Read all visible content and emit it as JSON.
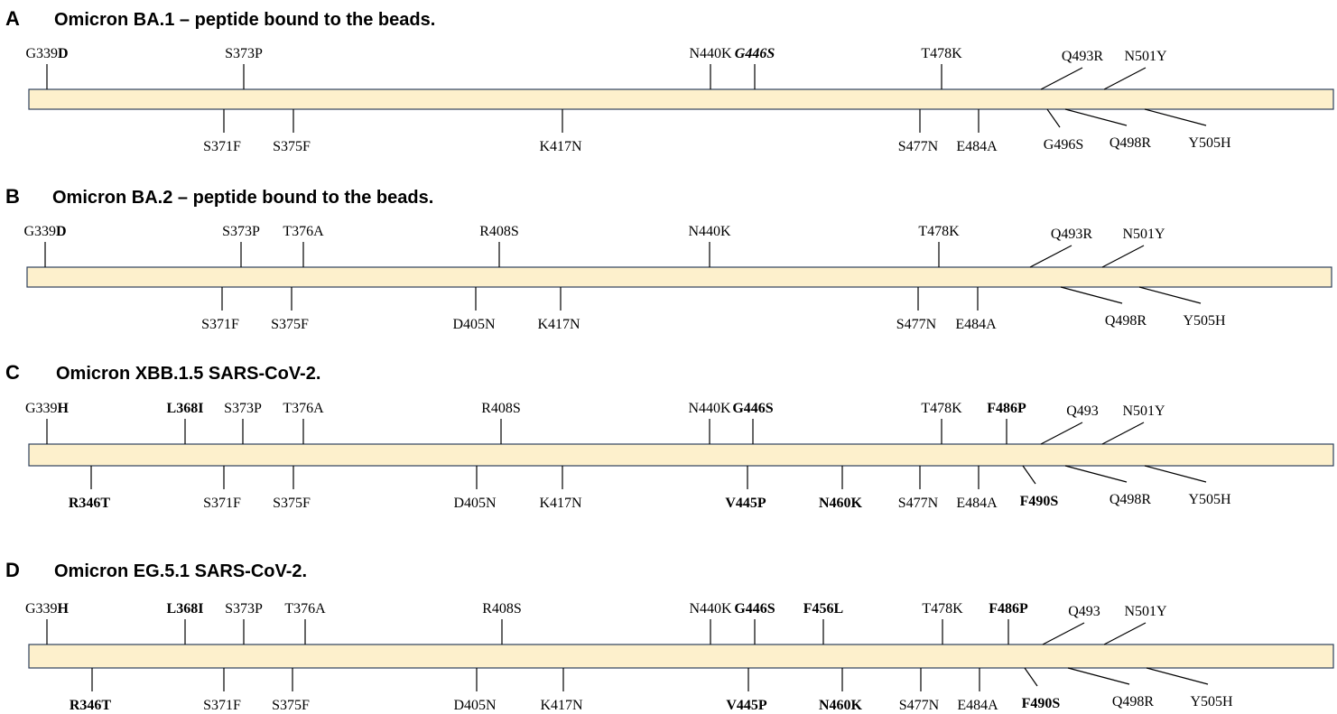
{
  "panels": [
    {
      "letter": "A",
      "title": "Omicron BA.1 – peptide bound to the beads.",
      "above": [
        {
          "base": "G339",
          "suffix": "D",
          "suffix_bold": true
        },
        {
          "label": "S373P"
        },
        {
          "label": "N440K"
        },
        {
          "label": "G446S",
          "bold": true,
          "italic": true
        },
        {
          "label": "T478K"
        },
        {
          "label": "Q493R",
          "diagonal": true
        },
        {
          "label": "N501Y",
          "diagonal": true
        }
      ],
      "below": [
        {
          "label": "S371F"
        },
        {
          "label": "S375F"
        },
        {
          "label": "K417N"
        },
        {
          "label": "S477N"
        },
        {
          "label": "E484A"
        },
        {
          "label": "G496S",
          "diagonal": true
        },
        {
          "label": "Q498R",
          "diagonal": true
        },
        {
          "label": "Y505H",
          "diagonal": true
        }
      ]
    },
    {
      "letter": "B",
      "title": "Omicron BA.2 – peptide bound to the beads.",
      "above": [
        {
          "base": "G339",
          "suffix": "D",
          "suffix_bold": true
        },
        {
          "label": "S373P"
        },
        {
          "label": "T376A"
        },
        {
          "label": "R408S"
        },
        {
          "label": "N440K"
        },
        {
          "label": "T478K"
        },
        {
          "label": "Q493R",
          "diagonal": true
        },
        {
          "label": "N501Y",
          "diagonal": true
        }
      ],
      "below": [
        {
          "label": "S371F"
        },
        {
          "label": "S375F"
        },
        {
          "label": "D405N"
        },
        {
          "label": "K417N"
        },
        {
          "label": "S477N"
        },
        {
          "label": "E484A"
        },
        {
          "label": "Q498R",
          "diagonal": true
        },
        {
          "label": "Y505H",
          "diagonal": true
        }
      ]
    },
    {
      "letter": "C",
      "title": "Omicron XBB.1.5 SARS-CoV-2.",
      "above": [
        {
          "base": "G339",
          "suffix": "H",
          "suffix_bold": true
        },
        {
          "label": "L368I",
          "bold": true
        },
        {
          "label": "S373P"
        },
        {
          "label": "T376A"
        },
        {
          "label": "R408S"
        },
        {
          "label": "N440K"
        },
        {
          "label": "G446S",
          "bold": true
        },
        {
          "label": "T478K"
        },
        {
          "label": "F486P",
          "bold": true
        },
        {
          "label": "Q493",
          "diagonal": true
        },
        {
          "label": "N501Y",
          "diagonal": true
        }
      ],
      "below": [
        {
          "label": "R346T",
          "bold": true
        },
        {
          "label": "S371F"
        },
        {
          "label": "S375F"
        },
        {
          "label": "D405N"
        },
        {
          "label": "K417N"
        },
        {
          "label": "V445P",
          "bold": true
        },
        {
          "label": "N460K",
          "bold": true
        },
        {
          "label": "S477N"
        },
        {
          "label": "E484A"
        },
        {
          "label": "F490S",
          "bold": true,
          "diagonal": true
        },
        {
          "label": "Q498R",
          "diagonal": true
        },
        {
          "label": "Y505H",
          "diagonal": true
        }
      ]
    },
    {
      "letter": "D",
      "title": "Omicron EG.5.1 SARS-CoV-2.",
      "above": [
        {
          "base": "G339",
          "suffix": "H",
          "suffix_bold": true
        },
        {
          "label": "L368I",
          "bold": true
        },
        {
          "label": "S373P"
        },
        {
          "label": "T376A"
        },
        {
          "label": "R408S"
        },
        {
          "label": "N440K"
        },
        {
          "label": "G446S",
          "bold": true
        },
        {
          "label": "F456L",
          "bold": true
        },
        {
          "label": "T478K"
        },
        {
          "label": "F486P",
          "bold": true
        },
        {
          "label": "Q493",
          "diagonal": true
        },
        {
          "label": "N501Y",
          "diagonal": true
        }
      ],
      "below": [
        {
          "label": "R346T",
          "bold": true
        },
        {
          "label": "S371F"
        },
        {
          "label": "S375F"
        },
        {
          "label": "D405N"
        },
        {
          "label": "K417N"
        },
        {
          "label": "V445P",
          "bold": true
        },
        {
          "label": "N460K",
          "bold": true
        },
        {
          "label": "S477N"
        },
        {
          "label": "E484A"
        },
        {
          "label": "F490S",
          "bold": true,
          "diagonal": true
        },
        {
          "label": "Q498R",
          "diagonal": true
        },
        {
          "label": "Y505H",
          "diagonal": true
        }
      ]
    }
  ]
}
